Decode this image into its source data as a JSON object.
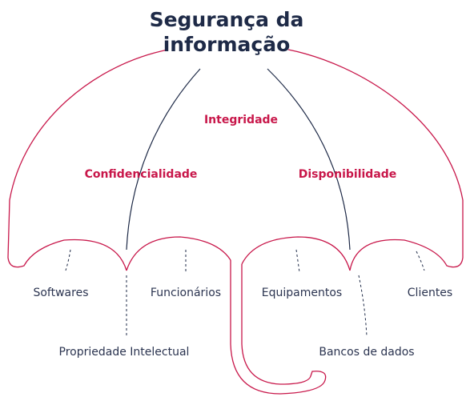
{
  "title": {
    "line1": "Segurança da",
    "line2": "informação"
  },
  "pillars": {
    "integrity": "Integridade",
    "confidentiality": "Confidencialidade",
    "availability": "Disponibilidade"
  },
  "assets": {
    "softwares": "Softwares",
    "employees": "Funcionários",
    "intellectual_property": "Propriedade Intelectual",
    "equipment": "Equipamentos",
    "databases": "Bancos de dados",
    "clients": "Clientes"
  },
  "colors": {
    "accent": "#c8174a",
    "dark": "#1e2a47",
    "text": "#2b3450"
  }
}
